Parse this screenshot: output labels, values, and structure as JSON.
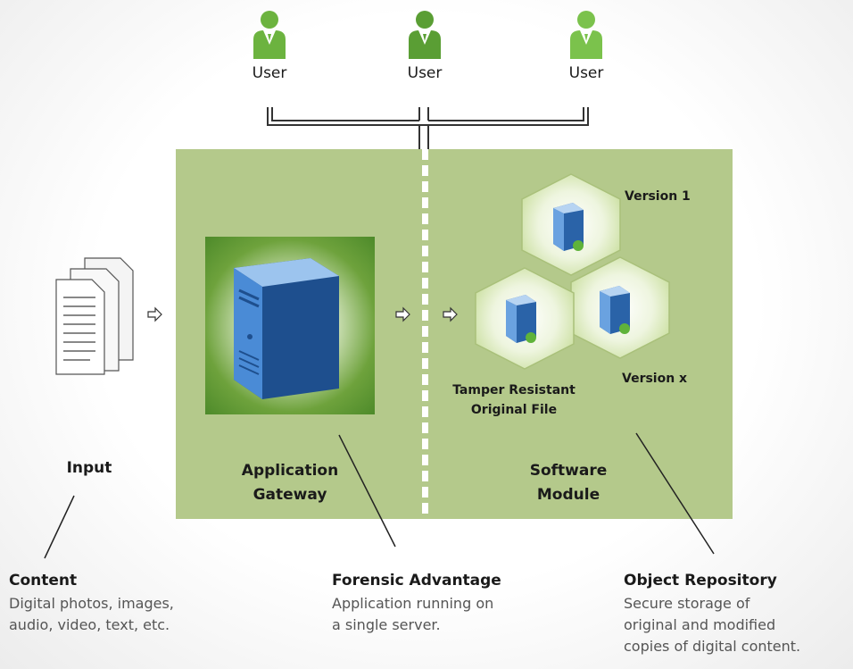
{
  "users": [
    "User",
    "User",
    "User"
  ],
  "input_label": "Input",
  "gateway_label": [
    "Application",
    "Gateway"
  ],
  "module_label": [
    "Software",
    "Module"
  ],
  "versions": {
    "v1": "Version 1",
    "vx": "Version x"
  },
  "original_label": [
    "Tamper Resistant",
    "Original File"
  ],
  "captions": [
    {
      "title": "Content",
      "lines": [
        "Digital photos, images,",
        "audio, video, text, etc."
      ]
    },
    {
      "title": "Forensic Advantage",
      "lines": [
        "Application running on",
        "a single server."
      ]
    },
    {
      "title": "Object Repository",
      "lines": [
        "Secure storage of",
        "original and modified",
        "copies of digital content."
      ]
    }
  ],
  "colors": {
    "panel": "#b4c98b",
    "user_green": "#6cb33f",
    "server_blue": "#3f7fc6"
  }
}
